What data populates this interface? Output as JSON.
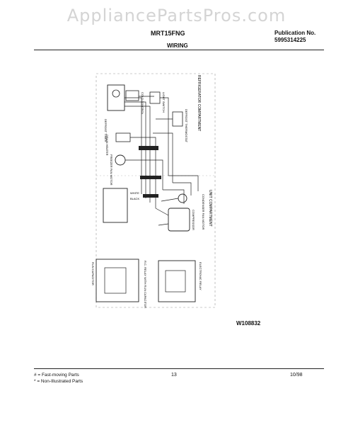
{
  "watermark": "AppliancePartsPros.com",
  "header": {
    "model": "MRT15FNG",
    "publication_label": "Publication No.",
    "publication_number": "5995314225",
    "section_title": "WIRING"
  },
  "diagram": {
    "figure_id": "W108832",
    "labels": {
      "refrigerator_compartment": "REFRIGERATOR COMPARTMENT",
      "unit_compartment": "UNIT COMPARTMENT",
      "defrost_timer": "DEFROST TIMER",
      "cold_control": "COLD CONTROL",
      "light_switch": "LIGHT SWITCH",
      "drain_heater": "DRAIN HEATER",
      "defrost_thermostat": "DEFROST THERMOSTAT",
      "freezer_fan_motor": "FREEZER FAN MOTOR",
      "condenser_fan_motor": "CONDENSER FAN MOTOR",
      "compressor": "COMPRESSOR",
      "white": "WHITE",
      "black": "BLACK",
      "capacitor_note": "R.C. RELAY WITH RUN CAPACITOR",
      "electronic_relay": "ELECTRONIC RELAY",
      "run_capacitor": "RUN CAPACITOR"
    }
  },
  "footer": {
    "legend_fast": "# = Fast-moving Parts",
    "legend_non": "* = Non-Illustrated Parts",
    "page": "13",
    "date": "10/98"
  }
}
